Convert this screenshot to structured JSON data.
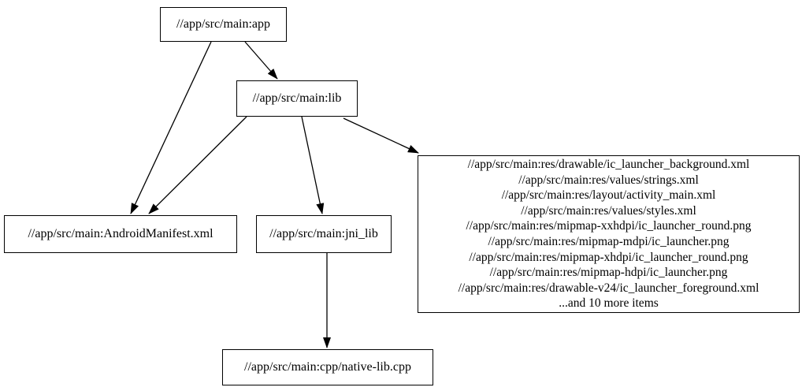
{
  "diagram": {
    "type": "dependency-graph",
    "background_color": "#ffffff",
    "node_border_color": "#000000",
    "edge_color": "#000000",
    "text_color": "#000000",
    "nodes": {
      "app": {
        "label": "//app/src/main:app"
      },
      "lib": {
        "label": "//app/src/main:lib"
      },
      "android_manifest": {
        "label": "//app/src/main:AndroidManifest.xml"
      },
      "jni_lib": {
        "label": "//app/src/main:jni_lib"
      },
      "native_lib_cpp": {
        "label": "//app/src/main:cpp/native-lib.cpp"
      },
      "res_group": {
        "lines": [
          "//app/src/main:res/drawable/ic_launcher_background.xml",
          "//app/src/main:res/values/strings.xml",
          "//app/src/main:res/layout/activity_main.xml",
          "//app/src/main:res/values/styles.xml",
          "//app/src/main:res/mipmap-xxhdpi/ic_launcher_round.png",
          "//app/src/main:res/mipmap-mdpi/ic_launcher.png",
          "//app/src/main:res/mipmap-xhdpi/ic_launcher_round.png",
          "//app/src/main:res/mipmap-hdpi/ic_launcher.png",
          "//app/src/main:res/drawable-v24/ic_launcher_foreground.xml",
          "...and 10 more items"
        ]
      }
    },
    "edges": [
      {
        "from": "app",
        "to": "android_manifest"
      },
      {
        "from": "app",
        "to": "lib"
      },
      {
        "from": "lib",
        "to": "android_manifest"
      },
      {
        "from": "lib",
        "to": "jni_lib"
      },
      {
        "from": "lib",
        "to": "res_group"
      },
      {
        "from": "jni_lib",
        "to": "native_lib_cpp"
      }
    ]
  }
}
